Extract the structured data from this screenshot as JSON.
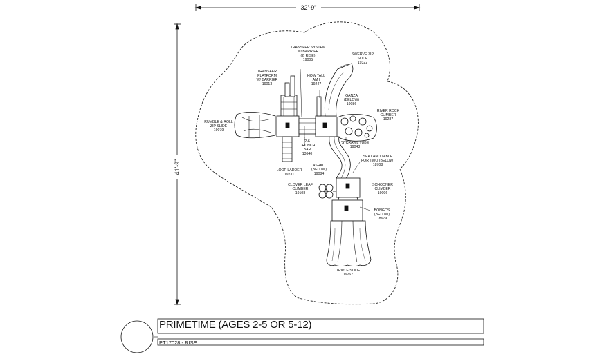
{
  "dimensions": {
    "width": "32'-9\"",
    "height": "41'-9\""
  },
  "labels": [
    {
      "id": "transfer-system",
      "lines": [
        "TRANSFER SYSTEM",
        "W/ BARRIER",
        "(2' RISE)",
        "19005"
      ]
    },
    {
      "id": "swerve-zip-slide",
      "lines": [
        "SWERVE ZIP",
        "SLIDE",
        "19322"
      ]
    },
    {
      "id": "transfer-platform",
      "lines": [
        "TRANSFER",
        "PLATFORM",
        "W/ BARRIER",
        "19013"
      ]
    },
    {
      "id": "how-tall-am-i",
      "lines": [
        "HOW TALL",
        "AM I",
        "19247"
      ]
    },
    {
      "id": "ganza",
      "lines": [
        "GANZA",
        "(BELOW)",
        "19086"
      ]
    },
    {
      "id": "river-rock-climber",
      "lines": [
        "RIVER ROCK",
        "CLIMBER",
        "19287"
      ]
    },
    {
      "id": "rumble-roll-zip-slide",
      "lines": [
        "RUMBLE & ROLL",
        "ZIP SLIDE",
        "19079"
      ]
    },
    {
      "id": "crunch-bar",
      "lines": [
        "2-6",
        "CRUNCH",
        "BAR",
        "13640"
      ]
    },
    {
      "id": "crawl-tube",
      "lines": [
        "'S' CRAWL TUBE",
        "19043"
      ]
    },
    {
      "id": "seat-table",
      "lines": [
        "SEAT AND TABLE",
        "FOR TWO (BELOW)",
        "18708"
      ]
    },
    {
      "id": "ashko",
      "lines": [
        "ASHKO",
        "(BELOW)",
        "19084"
      ]
    },
    {
      "id": "loop-ladder",
      "lines": [
        "LOOP LADDER",
        "19231"
      ]
    },
    {
      "id": "schooner-climber",
      "lines": [
        "SCHOONER",
        "CLIMBER",
        "19096"
      ]
    },
    {
      "id": "clover-leaf-climber",
      "lines": [
        "CLOVER LEAF",
        "CLIMBER",
        "19108"
      ]
    },
    {
      "id": "bongos",
      "lines": [
        "BONGOS",
        "(BELOW)",
        "18679"
      ]
    },
    {
      "id": "triple-slide",
      "lines": [
        "TRIPLE SLIDE",
        "19267"
      ]
    }
  ],
  "title_block": {
    "title": "PRIMETIME (AGES 2-5 OR 5-12)",
    "subtitle": "PT17028 - RISE"
  }
}
